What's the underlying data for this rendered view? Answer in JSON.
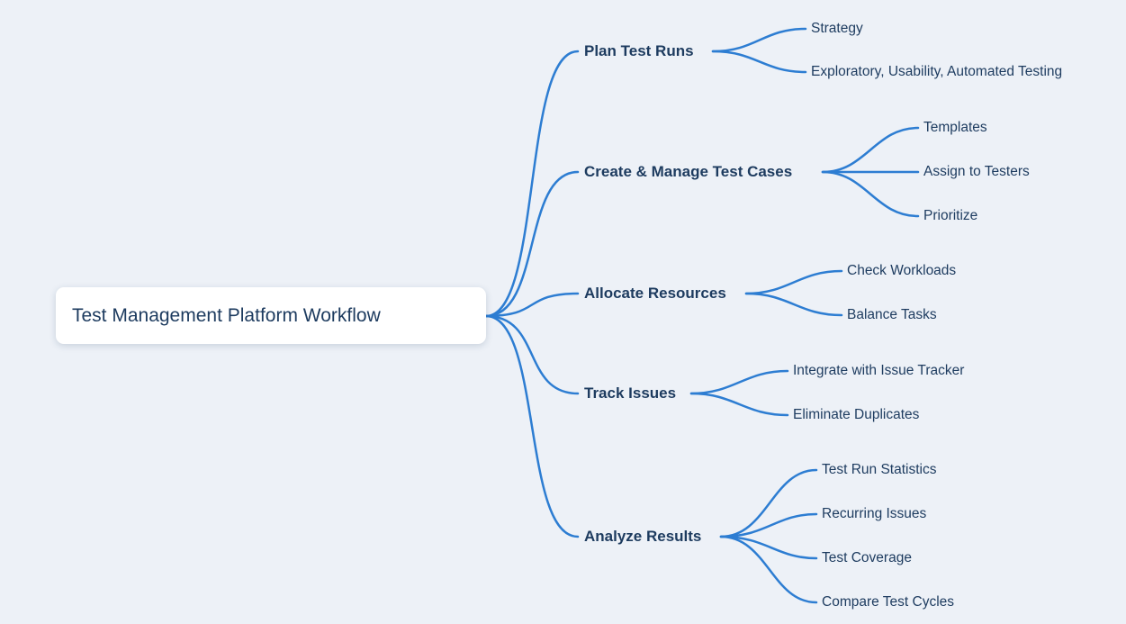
{
  "diagram": {
    "title": "Test Management Platform Workflow",
    "root": {
      "label": "Test Management Platform Workflow"
    },
    "branches": [
      {
        "label": "Plan Test Runs",
        "children": [
          "Strategy",
          "Exploratory, Usability, Automated Testing"
        ]
      },
      {
        "label": "Create & Manage Test Cases",
        "children": [
          "Templates",
          "Assign to Testers",
          "Prioritize"
        ]
      },
      {
        "label": "Allocate Resources",
        "children": [
          "Check Workloads",
          "Balance Tasks"
        ]
      },
      {
        "label": "Track Issues",
        "children": [
          "Integrate with Issue Tracker",
          "Eliminate Duplicates"
        ]
      },
      {
        "label": "Analyze Results",
        "children": [
          "Test Run Statistics",
          "Recurring Issues",
          "Test Coverage",
          "Compare Test Cycles"
        ]
      }
    ],
    "colors": {
      "background": "#edf1f7",
      "line": "#2d7dd2",
      "text": "#1d3b5f",
      "root_bg": "#ffffff"
    }
  }
}
